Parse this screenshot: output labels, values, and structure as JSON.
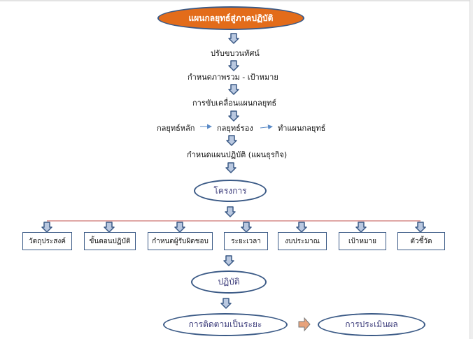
{
  "header": {
    "title": "แผนกลยุทธ์สู่ภาคปฏิบัติ"
  },
  "steps": [
    "ปรับขบวนทัศน์",
    "กำหนดภาพรวม  -  เป้าหมาย",
    "การขับเคลื่อนแผนกลยุทธ์"
  ],
  "strategy_row": {
    "main": "กลยุทธ์หลัก",
    "secondary": "กลยุทธ์รอง",
    "make": "ทำแผนกลยุทธ์"
  },
  "plan_step": "กำหนดแผนปฏิบัติ  (แผนธุรกิจ)",
  "project": "โครงการ",
  "components": [
    "วัตถุประสงค์",
    "ขั้นตอนปฏิบัติ",
    "กำหนดผู้รับผิดชอบ",
    "ระยะเวลา",
    "งบประมาณ",
    "เป้าหมาย",
    "ตัวชี้วัด"
  ],
  "practice": "ปฏิบัติ",
  "monitoring": "การติดตามเป็นระยะ",
  "evaluation": "การประเมินผล",
  "colors": {
    "header_fill": "#e36c1a",
    "outline": "#3b5a86",
    "arrow_fill": "#b9c8e0",
    "connector_line": "#c0504d",
    "small_arrow": "#5b8bc7",
    "right_arrow_fill": "#e8a27a"
  }
}
